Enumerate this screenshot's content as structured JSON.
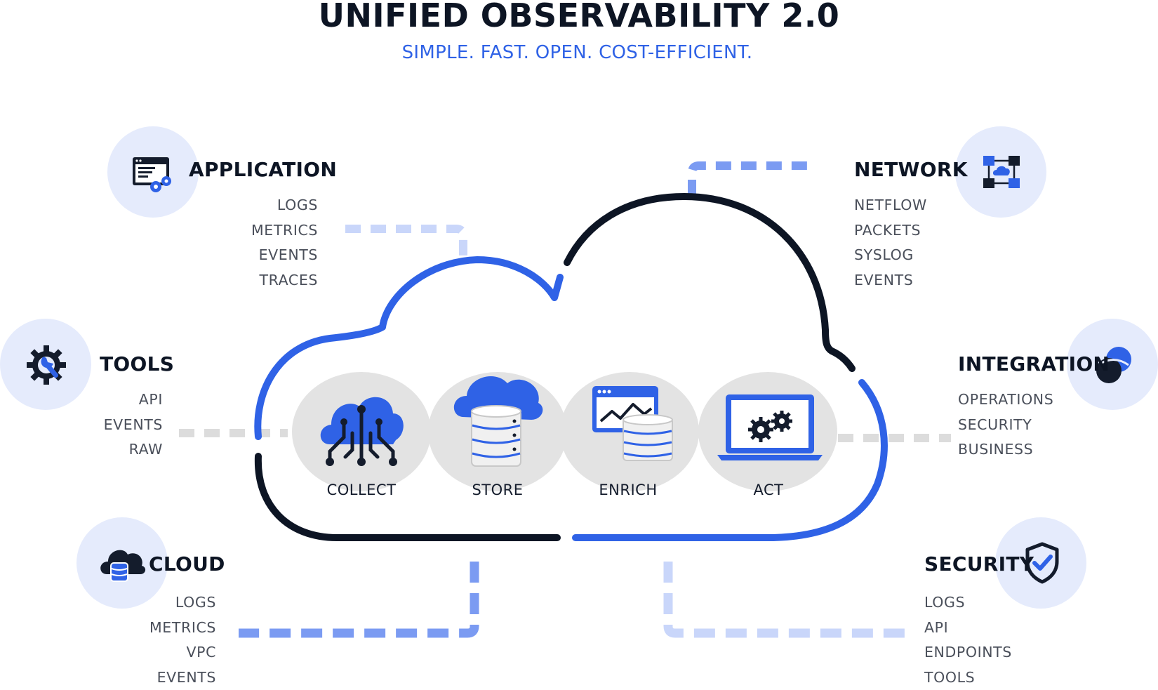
{
  "header": {
    "title": "UNIFIED OBSERVABILITY 2.0",
    "subtitle": "SIMPLE. FAST. OPEN. COST-EFFICIENT."
  },
  "stages": [
    {
      "label": "COLLECT",
      "icon": "cloud-circuit-icon"
    },
    {
      "label": "STORE",
      "icon": "cloud-database-icon"
    },
    {
      "label": "ENRICH",
      "icon": "chart-database-icon"
    },
    {
      "label": "ACT",
      "icon": "laptop-gears-icon"
    }
  ],
  "sources": {
    "application": {
      "title": "APPLICATION",
      "icon": "app-window-gears-icon",
      "items": [
        "LOGS",
        "METRICS",
        "EVENTS",
        "TRACES"
      ]
    },
    "tools": {
      "title": "TOOLS",
      "icon": "gear-wrench-icon",
      "items": [
        "API",
        "EVENTS",
        "RAW"
      ]
    },
    "cloud": {
      "title": "CLOUD",
      "icon": "cloud-database-icon",
      "items": [
        "LOGS",
        "METRICS",
        "VPC",
        "EVENTS"
      ]
    },
    "network": {
      "title": "NETWORK",
      "icon": "network-nodes-icon",
      "items": [
        "NETFLOW",
        "PACKETS",
        "SYSLOG",
        "EVENTS"
      ]
    },
    "integration": {
      "title": "INTEGRATION",
      "icon": "overlapping-circles-icon",
      "items": [
        "OPERATIONS",
        "SECURITY",
        "BUSINESS"
      ]
    },
    "security": {
      "title": "SECURITY",
      "icon": "shield-check-icon",
      "items": [
        "LOGS",
        "API",
        "ENDPOINTS",
        "TOOLS"
      ]
    }
  },
  "colors": {
    "navy": "#0d1524",
    "blue": "#2f62e6",
    "light_blue": "#7b9bf2",
    "pale_blue": "#c9d6fa",
    "grey": "#dcdcdc",
    "circle_bg": "#e5ebfc"
  }
}
